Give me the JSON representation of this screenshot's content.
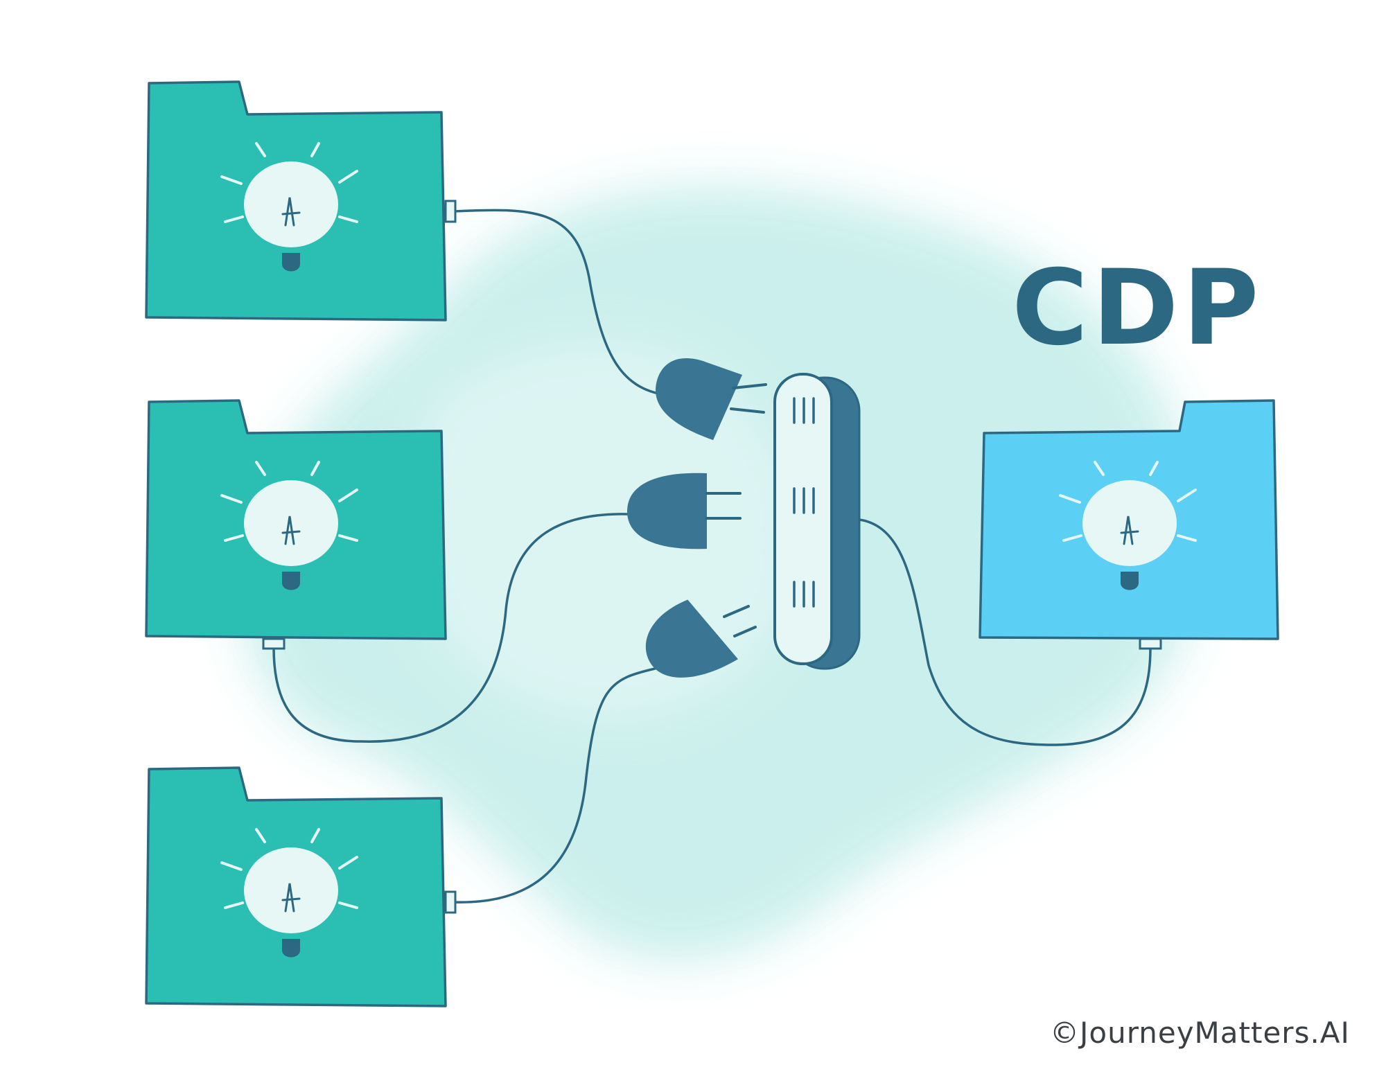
{
  "title": "CDP",
  "copyright": "©JourneyMatters.AI",
  "colors": {
    "source_folder": "#2bbfb3",
    "cdp_folder": "#5ccff5",
    "outline": "#2c6882",
    "plug": "#3a7693",
    "splash": "#c9efeb",
    "bulb": "#e6f7f6"
  },
  "icons": {
    "source_folder": "folder-icon",
    "bulb": "lightbulb-icon",
    "plug": "plug-icon",
    "power_strip": "power-strip-icon"
  },
  "source_folders": [
    {
      "id": "top"
    },
    {
      "id": "middle"
    },
    {
      "id": "bottom"
    }
  ]
}
